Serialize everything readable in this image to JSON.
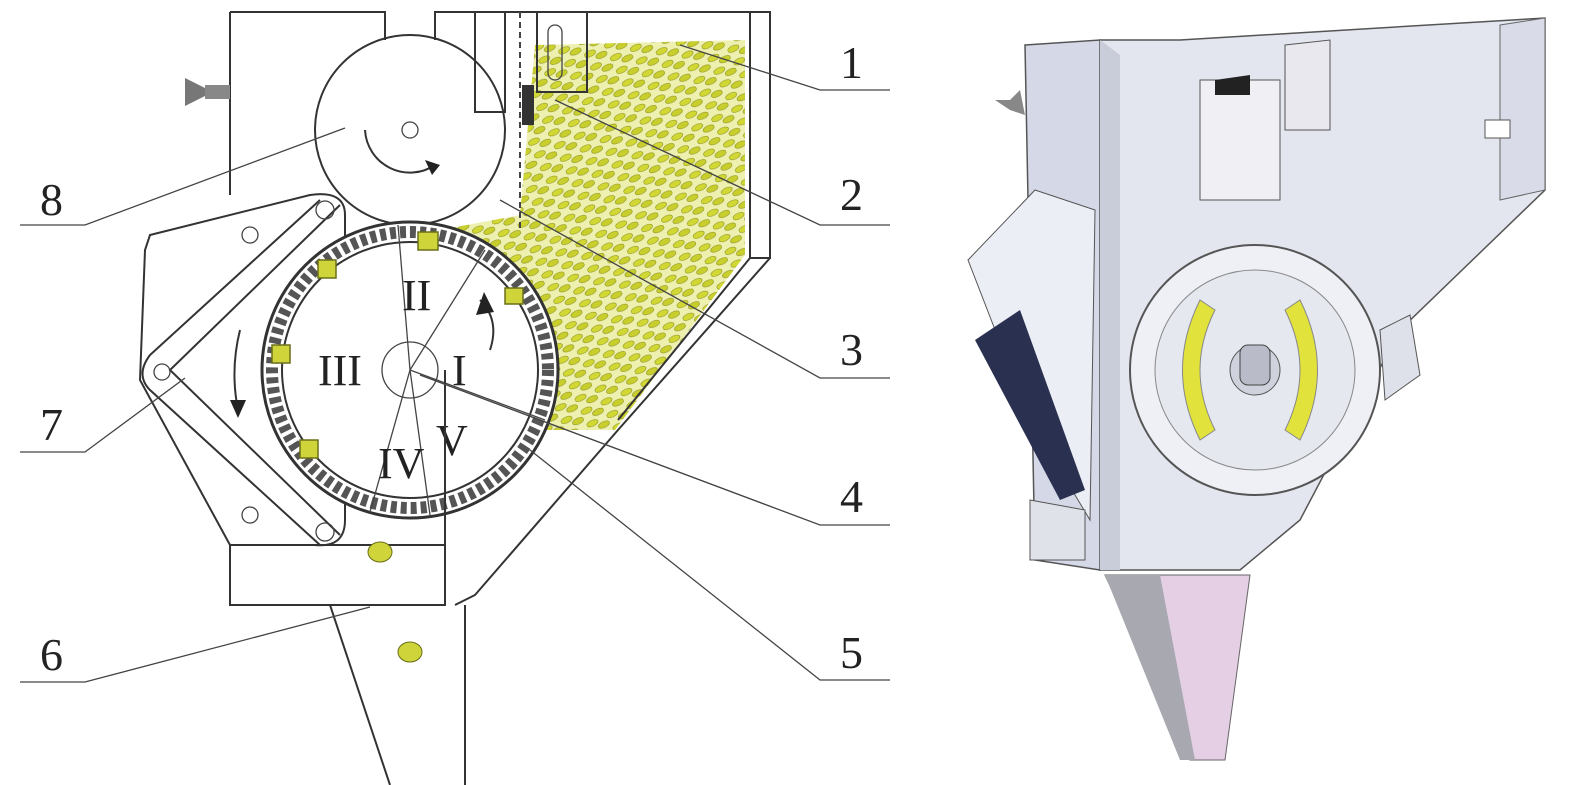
{
  "figure": {
    "callouts": [
      "1",
      "2",
      "3",
      "4",
      "5",
      "6",
      "7",
      "8"
    ],
    "zones": [
      "I",
      "II",
      "III",
      "IV",
      "V"
    ]
  },
  "colors": {
    "seed": "#d6dc3a",
    "plate": "#dde0ea",
    "accent_pink": "#e4cfe4",
    "dark_blue": "#2a3050"
  }
}
